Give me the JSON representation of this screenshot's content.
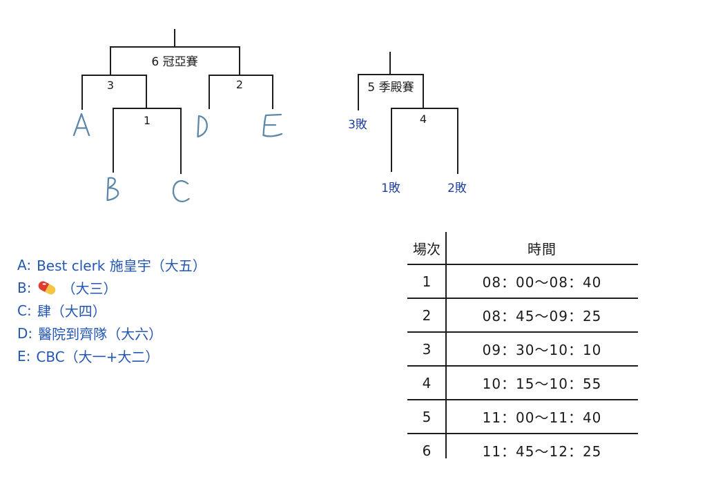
{
  "colors": {
    "line": "#1c1c1c",
    "text": "#1b1b1b",
    "team_letter": "#5b87a8",
    "loser_label": "#1d3f9e",
    "legend_text": "#2456b3",
    "pill_red": "#e23a2e",
    "pill_yellow": "#f6c445"
  },
  "main_bracket": {
    "final_match": "6 冠亞賽",
    "match_3": "3",
    "match_2": "2",
    "match_1": "1",
    "teams": [
      "A",
      "B",
      "C",
      "D",
      "E"
    ]
  },
  "consolation_bracket": {
    "title_match": "5 季殿賽",
    "match_4": "4",
    "slot_loser3": "3敗",
    "slot_loser1": "1敗",
    "slot_loser2": "2敗"
  },
  "legend": {
    "items": [
      {
        "key": "A:",
        "text": "Best clerk 施皇宇（大五）"
      },
      {
        "key": "B:",
        "icon": "pill-emoji",
        "text": "（大三）"
      },
      {
        "key": "C:",
        "text": "肆（大四）"
      },
      {
        "key": "D:",
        "text": "醫院到齊隊（大六）"
      },
      {
        "key": "E:",
        "text": "CBC（大一+大二）"
      }
    ]
  },
  "schedule": {
    "headers": {
      "match": "場次",
      "time": "時間"
    },
    "rows": [
      {
        "no": "1",
        "time": "08：00～08：40"
      },
      {
        "no": "2",
        "time": "08：45～09：25"
      },
      {
        "no": "3",
        "time": "09：30～10：10"
      },
      {
        "no": "4",
        "time": "10：15～10：55"
      },
      {
        "no": "5",
        "time": "11：00～11：40"
      },
      {
        "no": "6",
        "time": "11：45～12：25"
      }
    ]
  }
}
